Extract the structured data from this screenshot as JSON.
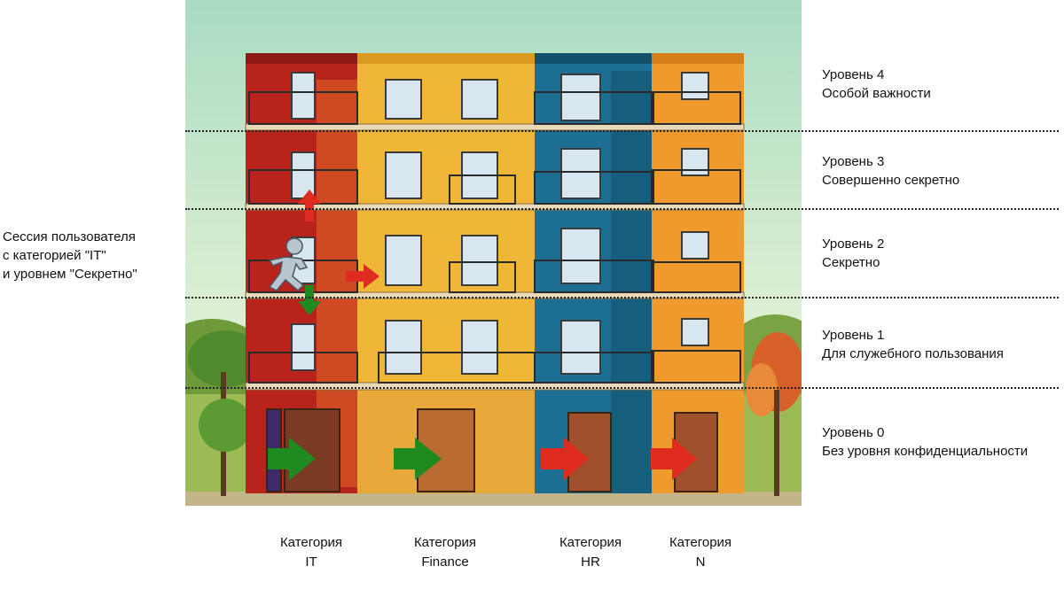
{
  "session": {
    "lines": [
      "Сессия пользователя",
      "с категорией \"IT\"",
      "и уровнем \"Секретно\""
    ]
  },
  "levels": [
    {
      "line1": "Уровень 4",
      "line2": "Особой важности"
    },
    {
      "line1": "Уровень 3",
      "line2": "Совершенно секретно"
    },
    {
      "line1": "Уровень 2",
      "line2": "Секретно"
    },
    {
      "line1": "Уровень 1",
      "line2": "Для служебного пользования"
    },
    {
      "line1": "Уровень 0",
      "line2": "Без уровня конфиденциальности"
    }
  ],
  "categories": [
    {
      "line1": "Категория",
      "line2": "IT"
    },
    {
      "line1": "Категория",
      "line2": "Finance"
    },
    {
      "line1": "Категория",
      "line2": "HR"
    },
    {
      "line1": "Категория",
      "line2": "N"
    }
  ],
  "colors": {
    "allowed_arrow": "#1f8a1f",
    "denied_arrow": "#e02b20",
    "building_it": "#b8241c",
    "building_finance": "#f0b638",
    "building_hr": "#1c6f93",
    "building_n": "#ef9a2d"
  },
  "icons": {
    "user": "running-person-icon"
  }
}
